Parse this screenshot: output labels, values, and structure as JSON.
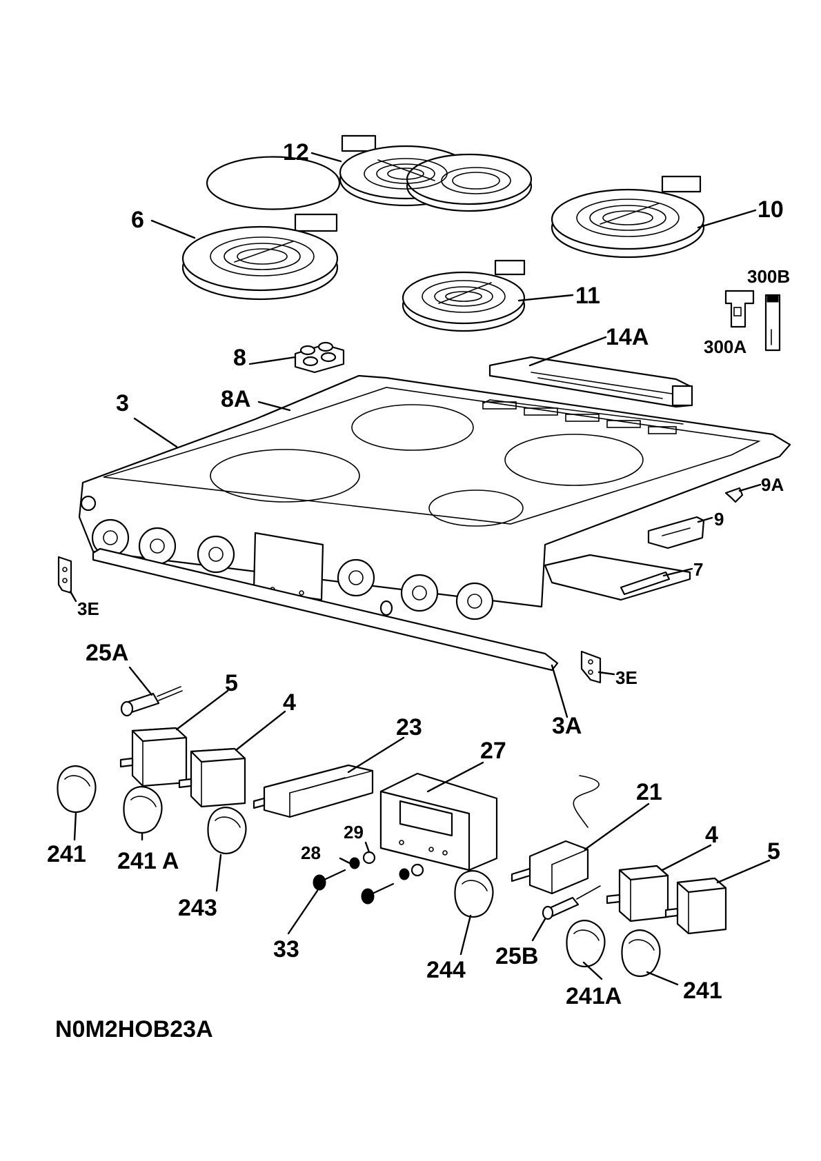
{
  "diagram_code": "N0M2HOB23A",
  "callouts": [
    {
      "id": "c-12",
      "label": "12"
    },
    {
      "id": "c-6",
      "label": "6"
    },
    {
      "id": "c-10",
      "label": "10"
    },
    {
      "id": "c-11",
      "label": "11"
    },
    {
      "id": "c-300b",
      "label": "300B"
    },
    {
      "id": "c-300a",
      "label": "300A"
    },
    {
      "id": "c-14a",
      "label": "14A"
    },
    {
      "id": "c-8",
      "label": "8"
    },
    {
      "id": "c-8a",
      "label": "8A"
    },
    {
      "id": "c-3",
      "label": "3"
    },
    {
      "id": "c-9a",
      "label": "9A"
    },
    {
      "id": "c-9",
      "label": "9"
    },
    {
      "id": "c-7",
      "label": "7"
    },
    {
      "id": "c-3e-left",
      "label": "3E"
    },
    {
      "id": "c-3e-right",
      "label": "3E"
    },
    {
      "id": "c-25a",
      "label": "25A"
    },
    {
      "id": "c-5-left",
      "label": "5"
    },
    {
      "id": "c-4-left",
      "label": "4"
    },
    {
      "id": "c-23",
      "label": "23"
    },
    {
      "id": "c-27",
      "label": "27"
    },
    {
      "id": "c-3a",
      "label": "3A"
    },
    {
      "id": "c-21",
      "label": "21"
    },
    {
      "id": "c-4-right",
      "label": "4"
    },
    {
      "id": "c-5-right",
      "label": "5"
    },
    {
      "id": "c-29",
      "label": "29"
    },
    {
      "id": "c-28",
      "label": "28"
    },
    {
      "id": "c-241-left",
      "label": "241"
    },
    {
      "id": "c-241a-left",
      "label": "241 A"
    },
    {
      "id": "c-243",
      "label": "243"
    },
    {
      "id": "c-33",
      "label": "33"
    },
    {
      "id": "c-244",
      "label": "244"
    },
    {
      "id": "c-25b",
      "label": "25B"
    },
    {
      "id": "c-241a-right",
      "label": "241A"
    },
    {
      "id": "c-241-right",
      "label": "241"
    }
  ]
}
